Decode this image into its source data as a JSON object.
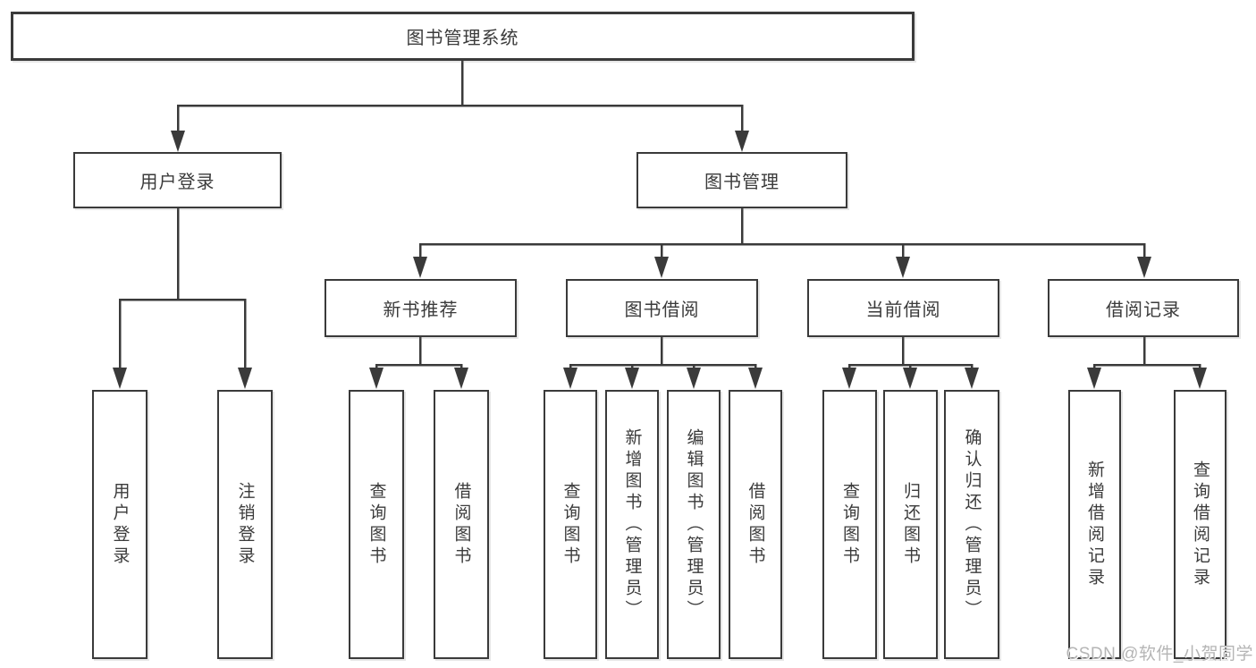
{
  "diagram": {
    "type": "hierarchy-tree",
    "colors": {
      "line": "#3a3a3a",
      "box_border": "#3a3a3a",
      "box_fill": "#ffffff",
      "text": "#3b3b3b",
      "watermark_text": "#b5b5b5"
    },
    "nodes": {
      "root": "图书管理系统",
      "level2": [
        {
          "label": "用户登录"
        },
        {
          "label": "图书管理"
        }
      ],
      "level3": [
        {
          "label": "新书推荐"
        },
        {
          "label": "图书借阅"
        },
        {
          "label": "当前借阅"
        },
        {
          "label": "借阅记录"
        }
      ],
      "leaves": {
        "user_login": [
          "用户登录",
          "注销登录"
        ],
        "new_book_recommend": [
          "查询图书",
          "借阅图书"
        ],
        "book_borrow": [
          "查询图书",
          "新增图书（管理员）",
          "编辑图书（管理员）",
          "借阅图书"
        ],
        "current_borrow": [
          "查询图书",
          "归还图书",
          "确认归还（管理员）"
        ],
        "borrow_records": [
          "新增借阅记录",
          "查询借阅记录"
        ]
      }
    },
    "watermark": "CSDN @软件_小贺同学"
  }
}
